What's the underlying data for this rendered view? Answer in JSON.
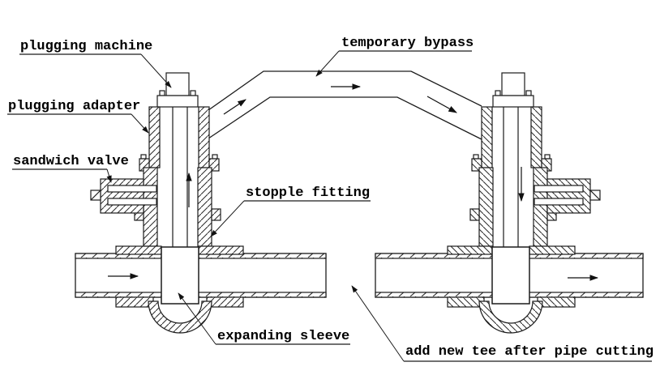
{
  "diagram": {
    "background": "#ffffff",
    "line_color": "#1c1c1c",
    "text_color": "#000000",
    "labels": {
      "plugging_machine": "plugging machine",
      "plugging_adapter": "plugging adapter",
      "sandwich_valve": "sandwich valve",
      "temporary_bypass": "temporary bypass",
      "stopple_fitting": "stopple fitting",
      "expanding_sleeve": "expanding sleeve",
      "add_new_tee": "add new tee after pipe cutting"
    },
    "flow": {
      "left_pipe_direction": "right",
      "right_pipe_direction": "right",
      "left_assembly_bore_direction": "up",
      "right_assembly_bore_direction": "down",
      "bypass_direction": "left-to-right"
    }
  }
}
